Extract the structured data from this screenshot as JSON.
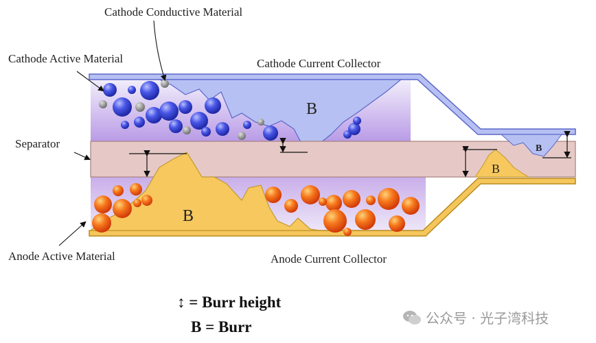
{
  "labels": {
    "cathode_conductive": "Cathode Conductive Material",
    "cathode_active": "Cathode Active Material",
    "cathode_collector": "Cathode Current Collector",
    "separator": "Separator",
    "anode_active": "Anode Active Material",
    "anode_collector": "Anode Current Collector",
    "burr_b": "B"
  },
  "legend": {
    "arrow_symbol": "↕",
    "burr_height_text": "= Burr height",
    "burr_text": "B = Burr"
  },
  "watermark": {
    "text": "公众号 · 光子湾科技",
    "icon": "wechat-icon"
  },
  "colors": {
    "cathode_collector": "#b9c3f3",
    "cathode_particle": "#3b49d6",
    "conductive_particle": "#8a8a8a",
    "separator": "#e6c7c4",
    "anode_collector": "#f5c65b",
    "anode_particle": "#f26a1b",
    "cathode_region": "#d7c8f1",
    "anode_region": "#e2d2f3"
  }
}
